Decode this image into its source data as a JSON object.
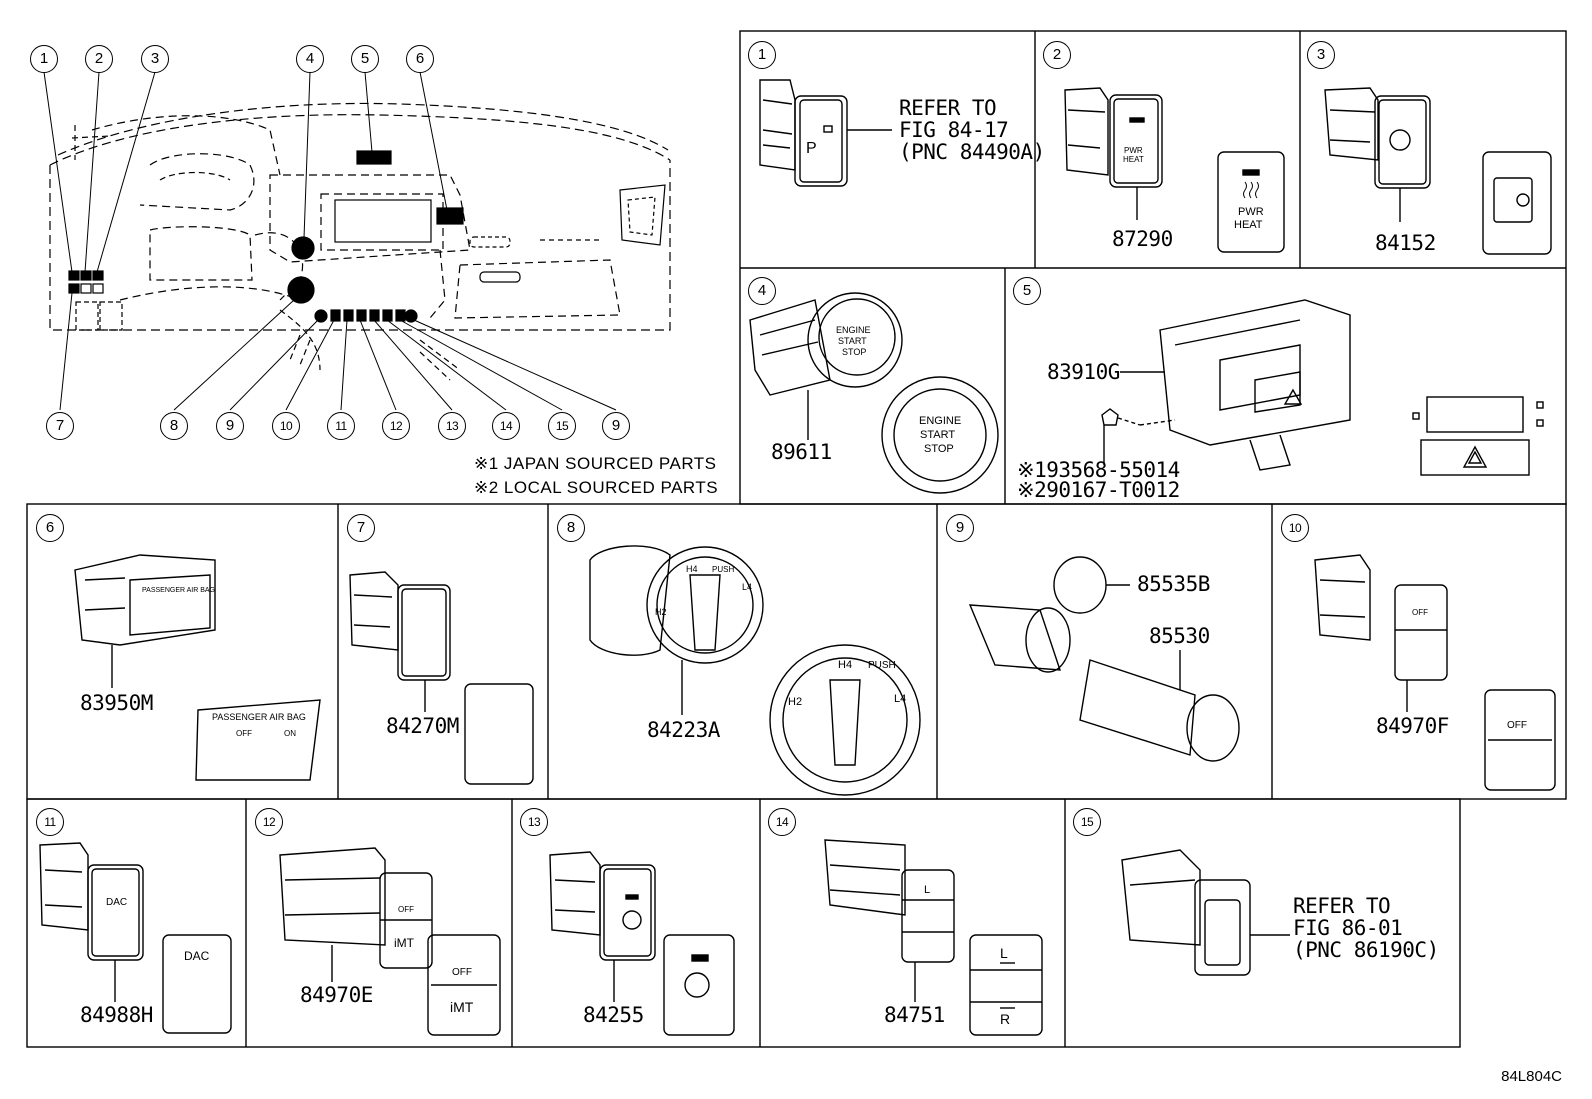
{
  "notes": {
    "japan": "※1 JAPAN SOURCED PARTS",
    "local": "※2 LOCAL SOURCED PARTS"
  },
  "overview_callouts": [
    "1",
    "2",
    "3",
    "4",
    "5",
    "6",
    "7",
    "8",
    "9",
    "10",
    "11",
    "12",
    "13",
    "14",
    "15",
    "9"
  ],
  "panels": [
    {
      "index": "1",
      "parts": [
        "REFER TO",
        "FIG 84-17",
        "(PNC 84490A)"
      ]
    },
    {
      "index": "2",
      "parts": [
        "87290"
      ]
    },
    {
      "index": "3",
      "parts": [
        "84152"
      ]
    },
    {
      "index": "4",
      "parts": [
        "89611"
      ]
    },
    {
      "index": "5",
      "parts": [
        "83910G",
        "※193568-55014",
        "※290167-T0012"
      ]
    },
    {
      "index": "6",
      "parts": [
        "83950M"
      ]
    },
    {
      "index": "7",
      "parts": [
        "84270M"
      ]
    },
    {
      "index": "8",
      "parts": [
        "84223A"
      ]
    },
    {
      "index": "9",
      "parts": [
        "85535B",
        "85530"
      ]
    },
    {
      "index": "10",
      "parts": [
        "84970F"
      ]
    },
    {
      "index": "11",
      "parts": [
        "84988H"
      ]
    },
    {
      "index": "12",
      "parts": [
        "84970E"
      ]
    },
    {
      "index": "13",
      "parts": [
        "84255"
      ]
    },
    {
      "index": "14",
      "parts": [
        "84751"
      ]
    },
    {
      "index": "15",
      "parts": [
        "REFER TO",
        "FIG 86-01",
        "(PNC 86190C)"
      ]
    }
  ],
  "switch_texts": {
    "pwr": "PWR",
    "heat": "HEAT",
    "engine": "ENGINE",
    "start": "START",
    "stop": "STOP",
    "passenger_air_bag": "PASSENGER AIR BAG",
    "off": "OFF",
    "on": "ON",
    "dac": "DAC",
    "imt": "iMT",
    "l": "L",
    "r": "R",
    "h4": "H4",
    "h2": "H2",
    "l4": "L4",
    "push": "PUSH",
    "p": "P"
  },
  "diagram_code": "84L804C"
}
